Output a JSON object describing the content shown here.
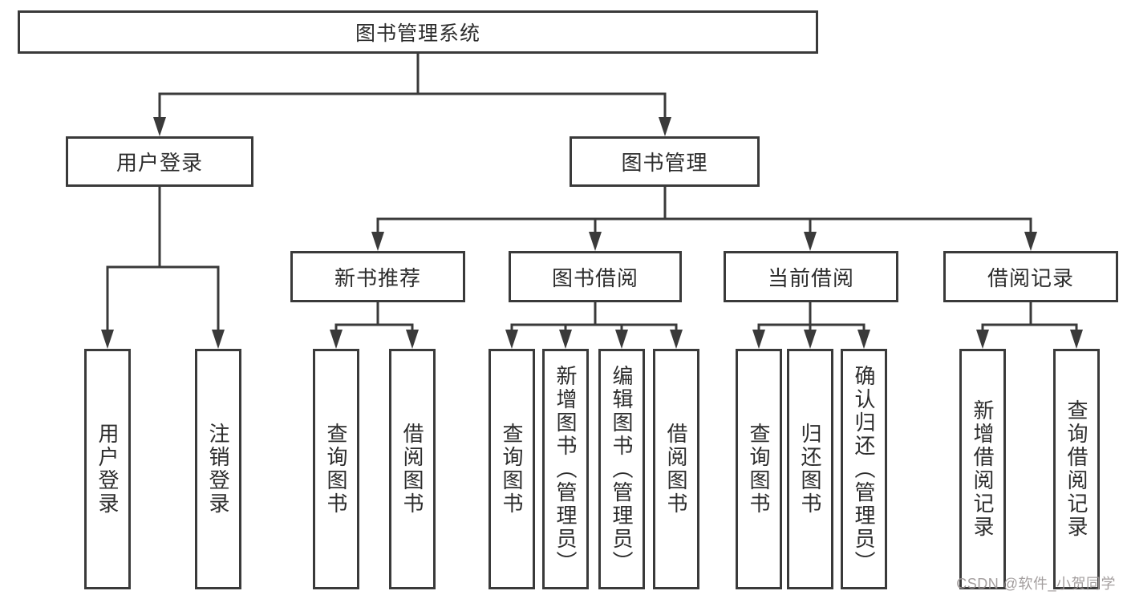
{
  "diagram": {
    "root": {
      "label": "图书管理系统"
    },
    "branches": [
      {
        "label": "用户登录",
        "children": [
          {
            "label": "用户登录"
          },
          {
            "label": "注销登录"
          }
        ]
      },
      {
        "label": "图书管理",
        "children": [
          {
            "label": "新书推荐",
            "children": [
              {
                "label": "查询图书"
              },
              {
                "label": "借阅图书"
              }
            ]
          },
          {
            "label": "图书借阅",
            "children": [
              {
                "label": "查询图书"
              },
              {
                "label": "新增图书（管理员）"
              },
              {
                "label": "编辑图书（管理员）"
              },
              {
                "label": "借阅图书"
              }
            ]
          },
          {
            "label": "当前借阅",
            "children": [
              {
                "label": "查询图书"
              },
              {
                "label": "归还图书"
              },
              {
                "label": "确认归还（管理员）"
              }
            ]
          },
          {
            "label": "借阅记录",
            "children": [
              {
                "label": "新增借阅记录"
              },
              {
                "label": "查询借阅记录"
              }
            ]
          }
        ]
      }
    ]
  },
  "watermark": {
    "text": "CSDN @软件_小贺同学"
  },
  "colors": {
    "line": "#3a3a3a",
    "text": "#2d2d2d",
    "background": "#ffffff",
    "watermark": "#9c9696"
  }
}
